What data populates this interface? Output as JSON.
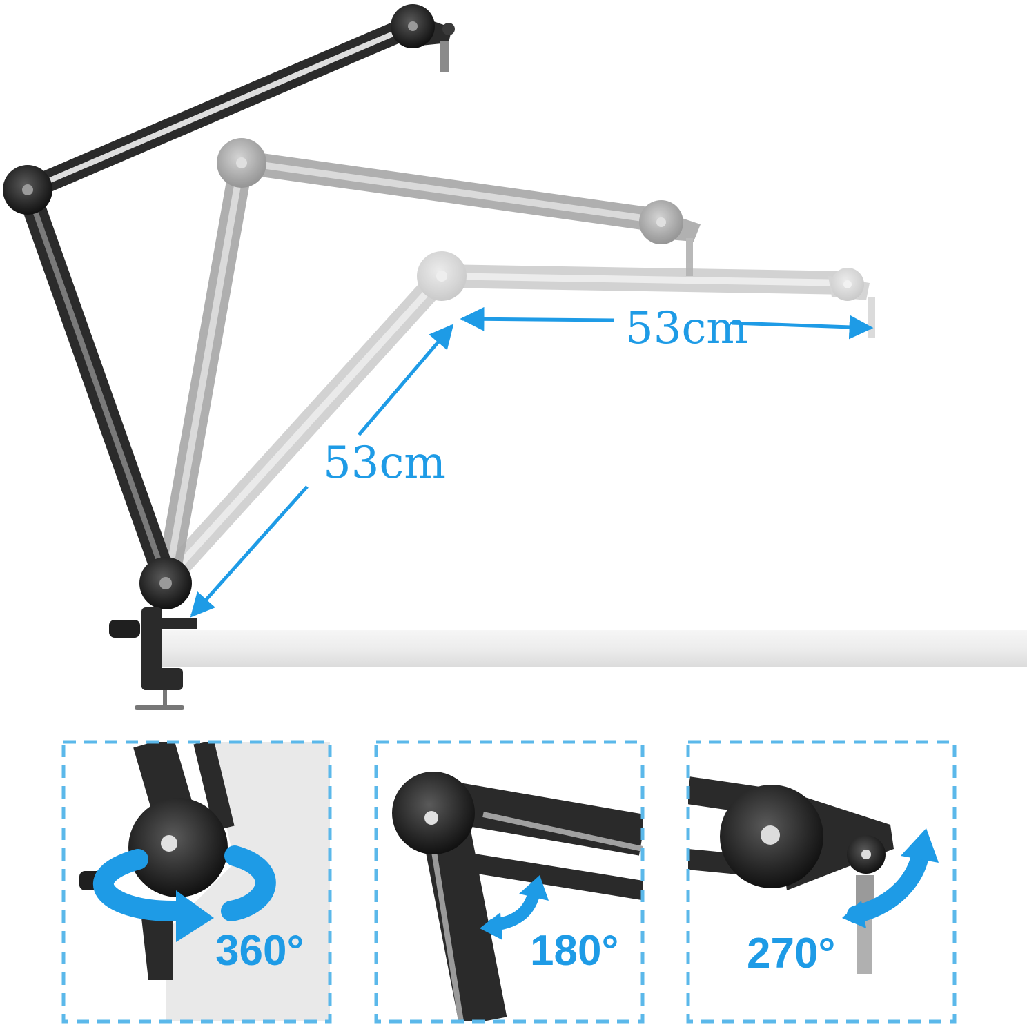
{
  "image": {
    "accent_color": "#1e9be6",
    "arm_color": "#2b2b2b",
    "ghost_arm_color": "#9a9a9a",
    "desk_color": "#eeeeee"
  },
  "dimensions": {
    "horizontal_label": "53cm",
    "diagonal_label": "53cm"
  },
  "detail_panels": [
    {
      "label": "360°",
      "icon": "rotate-circular-arrow-icon"
    },
    {
      "label": "180°",
      "icon": "double-curved-arrow-icon"
    },
    {
      "label": "270°",
      "icon": "double-curved-arrow-icon"
    }
  ]
}
